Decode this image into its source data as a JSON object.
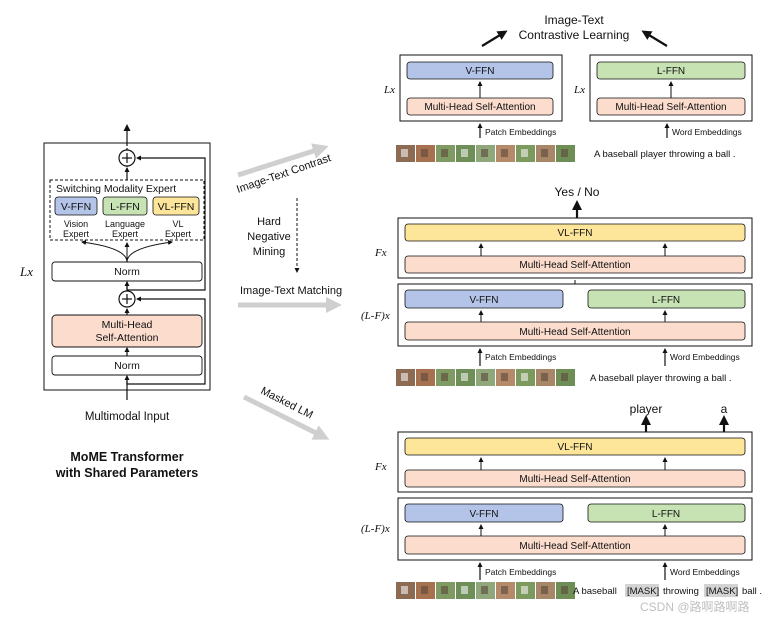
{
  "colors": {
    "v_ffn": "#b4c4e8",
    "l_ffn": "#c7e3b4",
    "vl_ffn": "#fde59a",
    "attention": "#fbdccd",
    "norm": "#ffffff",
    "gray_arrow": "#cfcfcf",
    "mask_bg": "#d3d3d3"
  },
  "left_panel": {
    "lx_label": "Lx",
    "expert_title": "Switching Modality Expert",
    "v_ffn": "V-FFN",
    "l_ffn": "L-FFN",
    "vl_ffn": "VL-FFN",
    "vision_expert_1": "Vision",
    "vision_expert_2": "Expert",
    "language_expert_1": "Language",
    "language_expert_2": "Expert",
    "vl_expert_1": "VL",
    "vl_expert_2": "Expert",
    "norm_top": "Norm",
    "attention_1": "Multi-Head",
    "attention_2": "Self-Attention",
    "norm_bottom": "Norm",
    "input": "Multimodal Input",
    "caption_1": "MoME Transformer",
    "caption_2": "with Shared Parameters"
  },
  "middle": {
    "contrast_label": "Image-Text Contrast",
    "hard_1": "Hard",
    "hard_2": "Negative",
    "hard_3": "Mining",
    "matching_label": "Image-Text Matching",
    "masked_label": "Masked LM"
  },
  "top_section": {
    "title_1": "Image-Text",
    "title_2": "Contrastive Learning",
    "left_lx": "Lx",
    "right_lx": "Lx",
    "v_ffn": "V-FFN",
    "l_ffn": "L-FFN",
    "attention_left": "Multi-Head Self-Attention",
    "attention_right": "Multi-Head Self-Attention",
    "patch_embeddings": "Patch Embeddings",
    "word_embeddings": "Word Embeddings",
    "sentence": "A  baseball  player  throwing  a  ball  ."
  },
  "itm_section": {
    "output": "Yes / No",
    "fx": "Fx",
    "lfx": "(L-F)x",
    "vl_ffn": "VL-FFN",
    "attention_top": "Multi-Head Self-Attention",
    "v_ffn": "V-FFN",
    "l_ffn": "L-FFN",
    "attention_bottom": "Multi-Head Self-Attention",
    "patch_embeddings": "Patch Embeddings",
    "word_embeddings": "Word Embeddings",
    "sentence": "A  baseball  player  throwing  a  ball  ."
  },
  "mlm_section": {
    "output_1": "player",
    "output_2": "a",
    "fx": "Fx",
    "lfx": "(L-F)x",
    "vl_ffn": "VL-FFN",
    "attention_top": "Multi-Head Self-Attention",
    "v_ffn": "V-FFN",
    "l_ffn": "L-FFN",
    "attention_bottom": "Multi-Head Self-Attention",
    "patch_embeddings": "Patch Embeddings",
    "word_embeddings": "Word Embeddings",
    "sentence_a": "A  baseball",
    "mask_1": "[MASK]",
    "sentence_b": "throwing",
    "mask_2": "[MASK]",
    "sentence_c": "ball  ."
  },
  "watermark": "CSDN @路啊路啊路"
}
